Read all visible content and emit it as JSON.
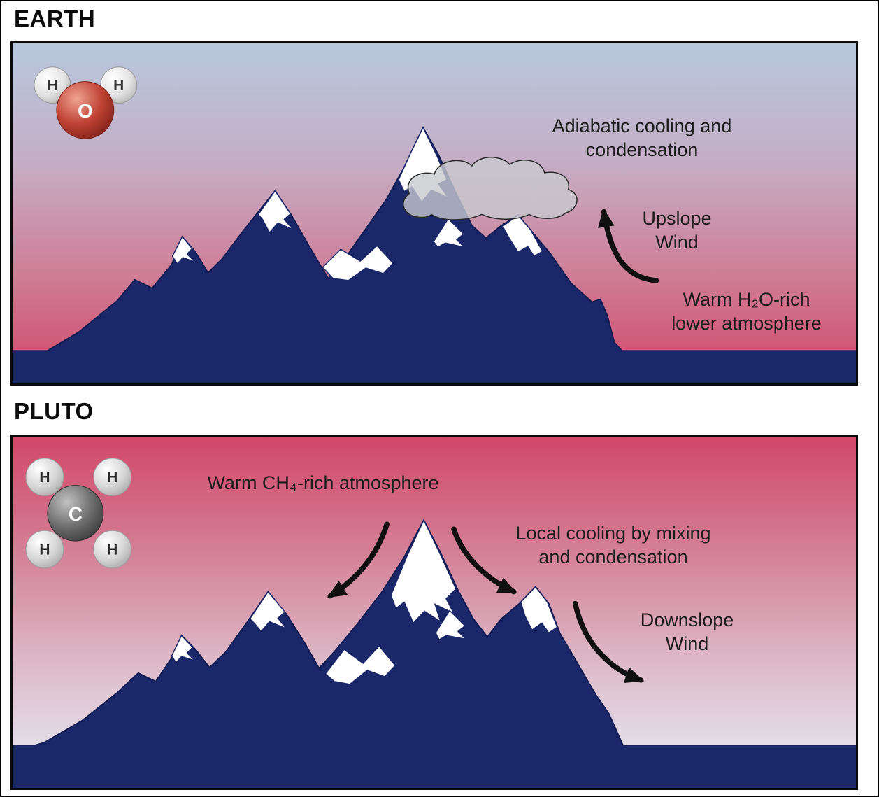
{
  "earth_panel": {
    "title": "EARTH",
    "molecule": {
      "type": "H2O",
      "center_label": "O",
      "h_labels": [
        "H",
        "H"
      ]
    },
    "labels": {
      "adiabatic": "Adiabatic cooling and\ncondensation",
      "upslope": "Upslope\nWind",
      "warm_atmosphere": "Warm H₂O-rich\nlower atmosphere"
    }
  },
  "pluto_panel": {
    "title": "PLUTO",
    "molecule": {
      "type": "CH4",
      "center_label": "C",
      "h_labels": [
        "H",
        "H",
        "H",
        "H"
      ]
    },
    "labels": {
      "warm_atmosphere": "Warm CH₄-rich atmosphere",
      "local_cooling": "Local cooling by mixing\nand condensation",
      "downslope": "Downslope\nWind"
    }
  },
  "colors": {
    "mountain": "#1a2769",
    "base_strip": "#1a2769",
    "snow": "#ffffff",
    "cloud": "#c6c7cb",
    "earth_sky_top": "#b7c8de",
    "earth_sky_bottom": "#d14768",
    "pluto_sky_top": "#d14768",
    "pluto_sky_bottom": "#e7f0f7",
    "text": "#1c1c1c"
  }
}
